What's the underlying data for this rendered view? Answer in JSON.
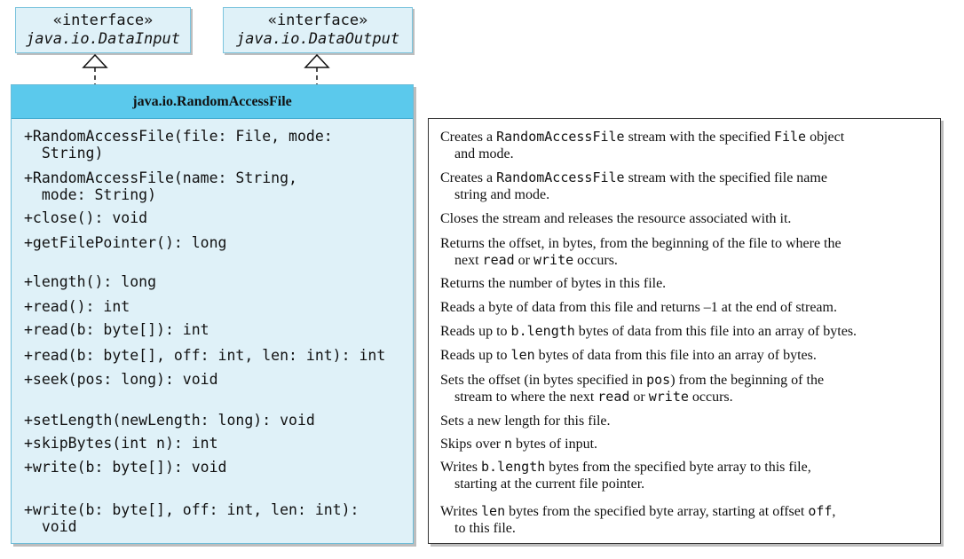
{
  "interfaces": [
    {
      "stereotype": "«interface»",
      "name": "java.io.DataInput"
    },
    {
      "stereotype": "«interface»",
      "name": "java.io.DataOutput"
    }
  ],
  "class_name": "java.io.RandomAccessFile",
  "methods": [
    {
      "lines": [
        "+RandomAccessFile(file: File, mode:",
        "  String)"
      ]
    },
    {
      "lines": [
        "+RandomAccessFile(name: String,",
        "  mode: String)"
      ]
    },
    {
      "lines": [
        "+close(): void"
      ]
    },
    {
      "lines": [
        "+getFilePointer(): long"
      ]
    },
    {
      "lines": [
        "+length(): long"
      ]
    },
    {
      "lines": [
        "+read(): int"
      ]
    },
    {
      "lines": [
        "+read(b: byte[]): int"
      ]
    },
    {
      "lines": [
        "+read(b: byte[], off: int, len: int): int"
      ]
    },
    {
      "lines": [
        "+seek(pos: long): void"
      ]
    },
    {
      "lines": [
        "+setLength(newLength: long): void"
      ]
    },
    {
      "lines": [
        "+skipBytes(int n): int"
      ]
    },
    {
      "lines": [
        "+write(b: byte[]): void"
      ]
    },
    {
      "lines": [
        "+write(b: byte[], off: int, len: int):",
        "  void"
      ]
    }
  ],
  "descriptions": [
    {
      "lines": [
        [
          [
            "t",
            "Creates a "
          ],
          [
            "c",
            "RandomAccessFile"
          ],
          [
            "t",
            " stream with the specified "
          ],
          [
            "c",
            "File"
          ],
          [
            "t",
            " object"
          ]
        ],
        [
          [
            "t",
            "    and mode."
          ]
        ]
      ]
    },
    {
      "lines": [
        [
          [
            "t",
            "Creates a "
          ],
          [
            "c",
            "RandomAccessFile"
          ],
          [
            "t",
            " stream with the specified file name"
          ]
        ],
        [
          [
            "t",
            "    string and mode."
          ]
        ]
      ]
    },
    {
      "lines": [
        [
          [
            "t",
            "Closes the stream and releases the resource associated with it."
          ]
        ]
      ]
    },
    {
      "lines": [
        [
          [
            "t",
            "Returns the offset, in bytes, from the beginning of the file to where the"
          ]
        ],
        [
          [
            "t",
            "    next "
          ],
          [
            "c",
            "read"
          ],
          [
            "t",
            " or "
          ],
          [
            "c",
            "write"
          ],
          [
            "t",
            " occurs."
          ]
        ]
      ]
    },
    {
      "lines": [
        [
          [
            "t",
            "Returns the number of bytes in this file."
          ]
        ]
      ]
    },
    {
      "lines": [
        [
          [
            "t",
            "Reads a byte of data from this file and returns –1 at the end of stream."
          ]
        ]
      ]
    },
    {
      "lines": [
        [
          [
            "t",
            "Reads up to "
          ],
          [
            "c",
            "b.length"
          ],
          [
            "t",
            " bytes of data from this file into an array of bytes."
          ]
        ]
      ]
    },
    {
      "lines": [
        [
          [
            "t",
            "Reads up to "
          ],
          [
            "c",
            "len"
          ],
          [
            "t",
            " bytes of data from this file into an array of bytes."
          ]
        ]
      ]
    },
    {
      "lines": [
        [
          [
            "t",
            "Sets the offset (in bytes specified in "
          ],
          [
            "c",
            "pos"
          ],
          [
            "t",
            ") from the beginning of the"
          ]
        ],
        [
          [
            "t",
            "    stream to where the next "
          ],
          [
            "c",
            "read"
          ],
          [
            "t",
            " or "
          ],
          [
            "c",
            "write"
          ],
          [
            "t",
            " occurs."
          ]
        ]
      ]
    },
    {
      "lines": [
        [
          [
            "t",
            "Sets a new length for this file."
          ]
        ]
      ]
    },
    {
      "lines": [
        [
          [
            "t",
            "Skips over "
          ],
          [
            "c",
            "n"
          ],
          [
            "t",
            " bytes of input."
          ]
        ]
      ]
    },
    {
      "lines": [
        [
          [
            "t",
            "Writes "
          ],
          [
            "c",
            "b.length"
          ],
          [
            "t",
            " bytes from the specified byte array to this file,"
          ]
        ],
        [
          [
            "t",
            "    starting at the current file pointer."
          ]
        ]
      ]
    },
    {
      "lines": [
        [
          [
            "t",
            "Writes "
          ],
          [
            "c",
            "len"
          ],
          [
            "t",
            " bytes from the specified byte array, starting at offset "
          ],
          [
            "c",
            "off"
          ],
          [
            "t",
            ","
          ]
        ],
        [
          [
            "t",
            "    to this file."
          ]
        ]
      ]
    }
  ]
}
